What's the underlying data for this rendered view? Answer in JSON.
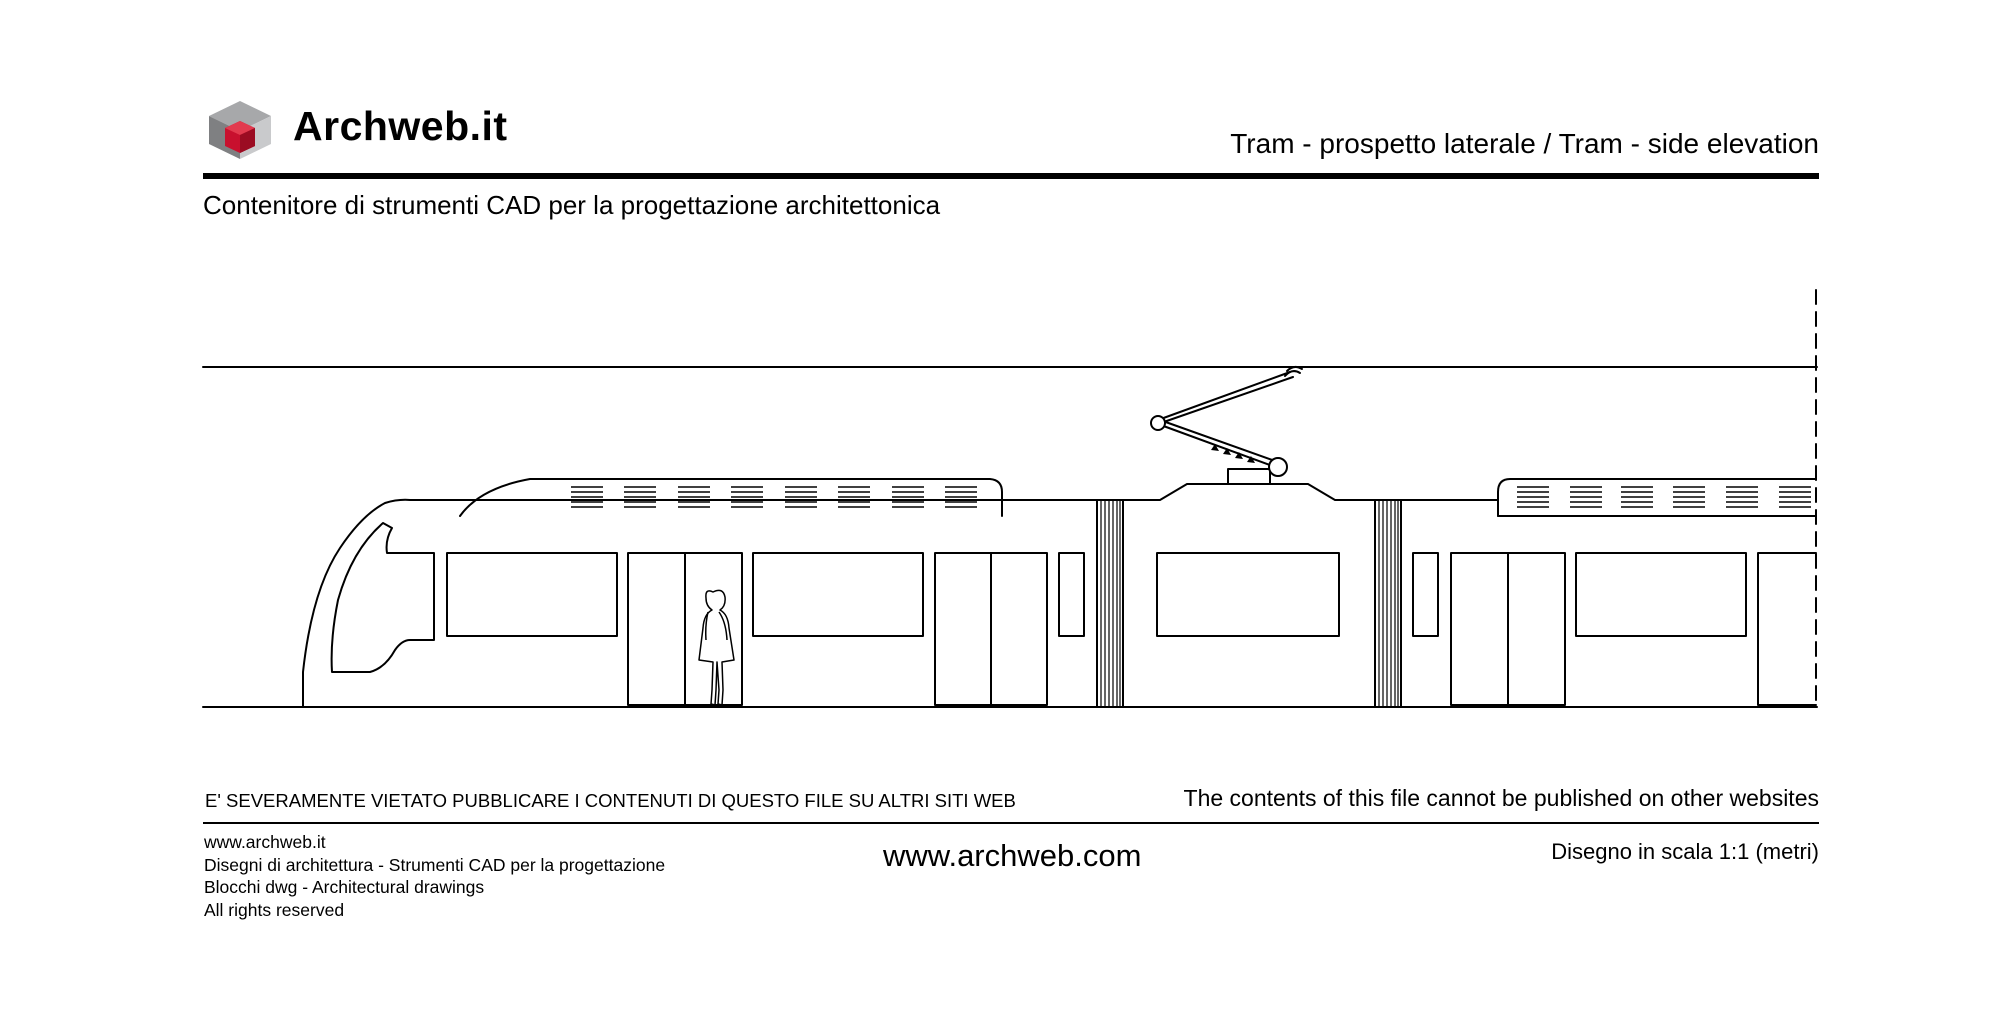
{
  "header": {
    "brand": "Archweb.it",
    "title": "Tram - prospetto laterale  /  Tram - side elevation",
    "subtitle": "Contenitore di strumenti CAD per la progettazione architettonica"
  },
  "drawing": {
    "subject": "Tram side elevation with pantograph and passenger figure",
    "line_color": "#000000"
  },
  "footer": {
    "warning_it": "E' SEVERAMENTE VIETATO PUBBLICARE I CONTENUTI DI QUESTO FILE SU ALTRI SITI WEB",
    "warning_en": "The contents of this file cannot be published on other websites",
    "left_lines": [
      "www.archweb.it",
      "Disegni di architettura - Strumenti CAD  per la progettazione",
      "Blocchi dwg - Architectural drawings",
      "All rights reserved"
    ],
    "url": "www.archweb.com",
    "scale": "Disegno in scala 1:1 (metri)"
  },
  "colors": {
    "logo_dark": "#6d6e70",
    "logo_light": "#b9babc",
    "logo_red": "#c8102e"
  }
}
